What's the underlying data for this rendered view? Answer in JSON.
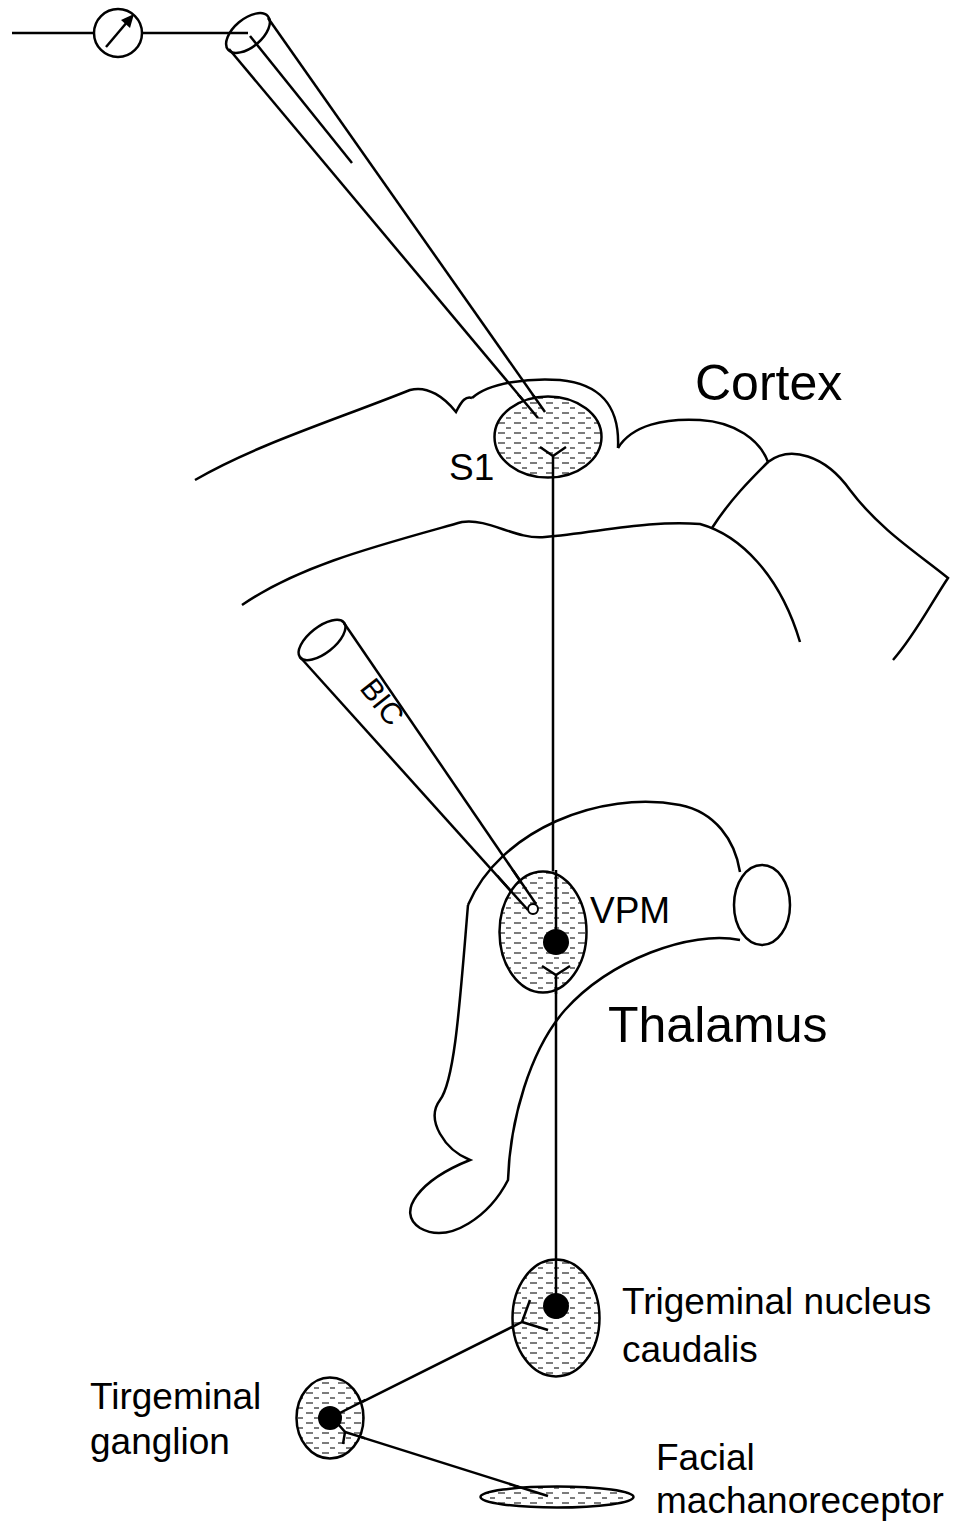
{
  "diagram": {
    "nodes": [
      {
        "text": [
          "Cortex"
        ]
      },
      {
        "text": [
          "S1"
        ],
        "in": 0
      },
      {
        "text": [
          "Thalamus"
        ]
      },
      {
        "text": [
          "VPM"
        ],
        "in": 2
      },
      {
        "text": [
          "Trigeminal nucleus caudalis"
        ]
      },
      {
        "text": [
          "Tirgeminal ganglion"
        ]
      },
      {
        "text": [
          "Facial machanoreceptor"
        ]
      }
    ],
    "edges": [
      {
        "from": 6,
        "to": 5,
        "arrow": "none"
      },
      {
        "from": 5,
        "to": 4,
        "arrow": "none"
      },
      {
        "from": 4,
        "to": 3,
        "arrow": "none"
      },
      {
        "from": 3,
        "to": 1,
        "arrow": "none"
      }
    ],
    "labels": [
      "BIC"
    ]
  }
}
